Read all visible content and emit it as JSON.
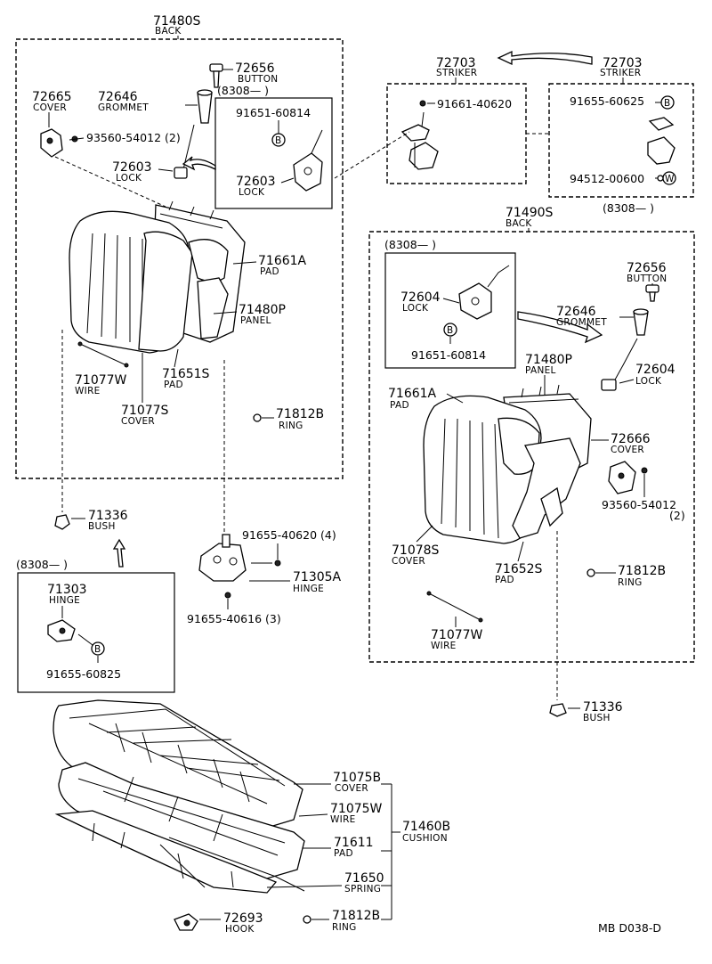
{
  "footer": {
    "code": "MB  D038-D"
  },
  "labels": {
    "back_left_num": "71480S",
    "back_left_name": "BACK",
    "back_right_num": "71490S",
    "back_right_name": "BACK",
    "striker1_num": "72703",
    "striker1_name": "STRIKER",
    "striker2_num": "72703",
    "striker2_name": "STRIKER",
    "p91661_40620": "91661-40620",
    "p91655_60625": "91655-60625",
    "p94512_00600": "94512-00600",
    "p8308_striker": "(8308—       )",
    "cover72665_num": "72665",
    "cover72665_name": "COVER",
    "p93560_left": "93560-54012 (2)",
    "grommet_left_num": "72646",
    "grommet_left_name": "GROMMET",
    "button_left_num": "72656",
    "button_left_name": "BUTTON",
    "p8308_left_lock": "(8308—        )",
    "p91651_left": "91651-60814",
    "lock72603a_num": "72603",
    "lock72603a_name": "LOCK",
    "lock72603b_num": "72603",
    "lock72603b_name": "LOCK",
    "pad71661A_left_num": "71661A",
    "pad71661A_left_name": "PAD",
    "panel_left_num": "71480P",
    "panel_left_name": "PANEL",
    "pad71651S_num": "71651S",
    "pad71651S_name": "PAD",
    "wire71077W_left_num": "71077W",
    "wire71077W_left_name": "WIRE",
    "cover71077S_num": "71077S",
    "cover71077S_name": "COVER",
    "ring_left_num": "71812B",
    "ring_left_name": "RING",
    "bush_left_num": "71336",
    "bush_left_name": "BUSH",
    "p8308_hinge": "(8308—        )",
    "hinge71303_num": "71303",
    "hinge71303_name": "HINGE",
    "p91655_60825": "91655-60825",
    "p91655_40620": "91655-40620 (4)",
    "hinge71305A_num": "71305A",
    "hinge71305A_name": "HINGE",
    "p91655_40616": "91655-40616 (3)",
    "p8308_right_lock": "(8308—         )",
    "lock72604a_num": "72604",
    "lock72604a_name": "LOCK",
    "p91651_right": "91651-60814",
    "button_right_num": "72656",
    "button_right_name": "BUTTON",
    "grommet_right_num": "72646",
    "grommet_right_name": "GROMMET",
    "panel_right_num": "71480P",
    "panel_right_name": "PANEL",
    "lock72604b_num": "72604",
    "lock72604b_name": "LOCK",
    "pad71661A_right_num": "71661A",
    "pad71661A_right_name": "PAD",
    "cover72666_num": "72666",
    "cover72666_name": "COVER",
    "p93560_right": "93560-54012",
    "p93560_right_qty": "(2)",
    "cover71078S_num": "71078S",
    "cover71078S_name": "COVER",
    "pad71652S_num": "71652S",
    "pad71652S_name": "PAD",
    "ring_right_num": "71812B",
    "ring_right_name": "RING",
    "wire71077W_right_num": "71077W",
    "wire71077W_right_name": "WIRE",
    "bush_right_num": "71336",
    "bush_right_name": "BUSH",
    "cov71075B_num": "71075B",
    "cov71075B_name": "COVER",
    "wire71075W_num": "71075W",
    "wire71075W_name": "WIRE",
    "cushion_num": "71460B",
    "cushion_name": "CUSHION",
    "pad71611_num": "71611",
    "pad71611_name": "PAD",
    "spring_num": "71650",
    "spring_name": "SPRING",
    "hook_num": "72693",
    "hook_name": "HOOK",
    "ring_bottom_num": "71812B",
    "ring_bottom_name": "RING",
    "bolt_B": "B",
    "bolt_W": "W"
  }
}
